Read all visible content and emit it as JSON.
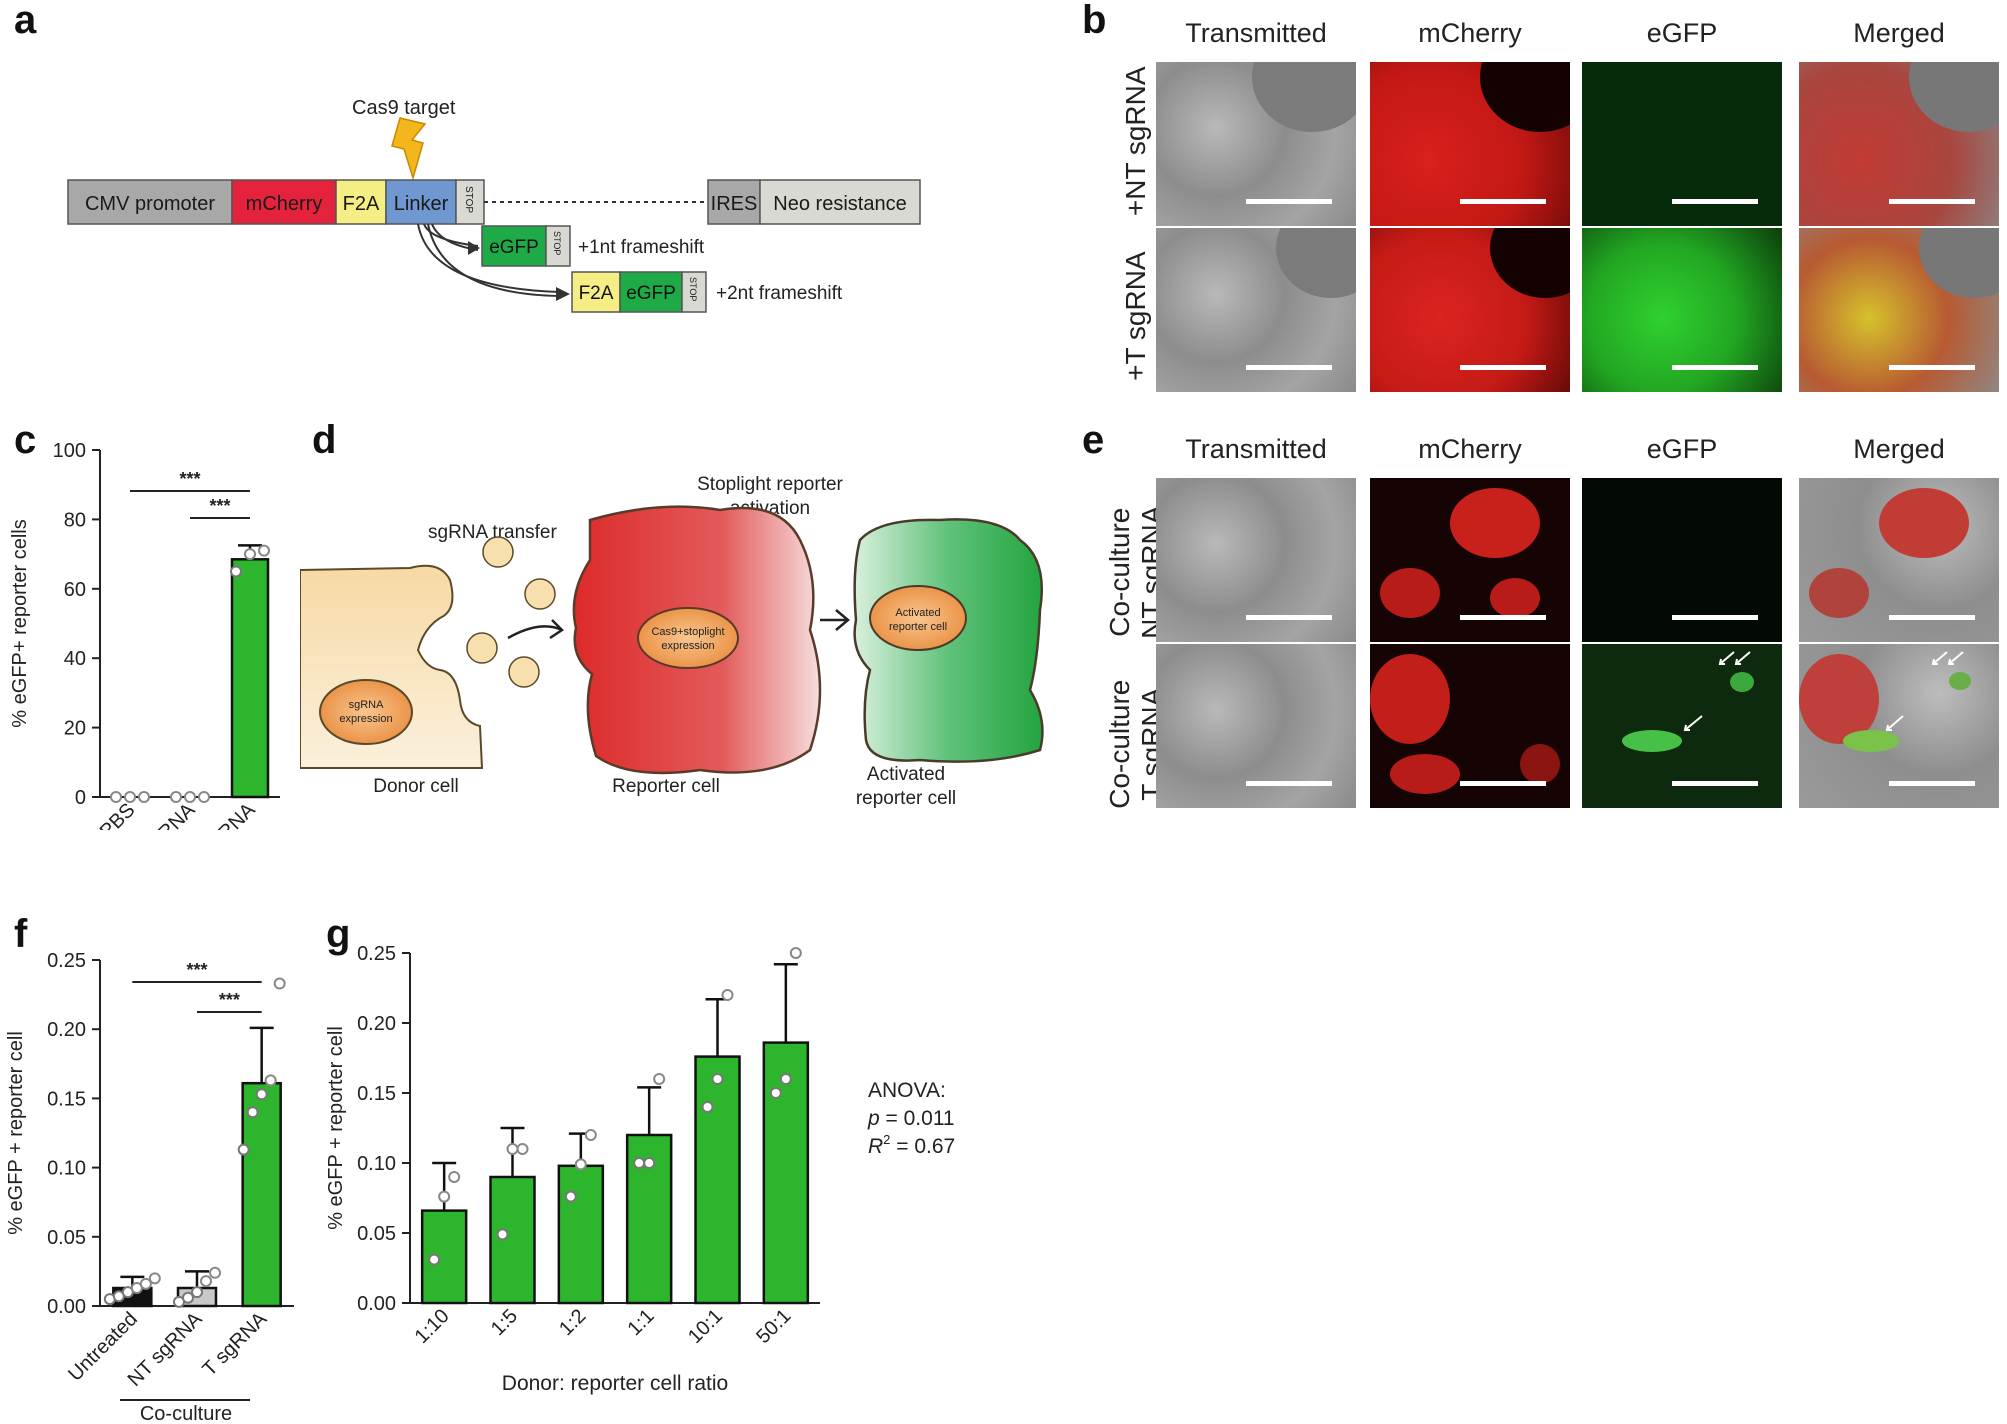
{
  "panels": {
    "a": "a",
    "b": "b",
    "c": "c",
    "d": "d",
    "e": "e",
    "f": "f",
    "g": "g"
  },
  "construct": {
    "cas9_target": "Cas9 target",
    "cmv": "CMV promoter",
    "mcherry": "mCherry",
    "f2a": "F2A",
    "linker": "Linker",
    "stop": "STOP",
    "ires": "IRES",
    "neo": "Neo resistance",
    "egfp": "eGFP",
    "f2a2": "F2A",
    "egfp2": "eGFP",
    "frame1": "+1nt frameshift",
    "frame2": "+2nt frameshift",
    "colors": {
      "gray": "#a8a8a8",
      "red": "#e5223b",
      "yellow": "#f5ee85",
      "blue": "#6e98cf",
      "green": "#1faa48",
      "light": "#d9d9d4"
    }
  },
  "micrographs_b": {
    "columns": [
      "Transmitted",
      "mCherry",
      "eGFP",
      "Merged"
    ],
    "rows": [
      "+NT sgRNA",
      "+T sgRNA"
    ]
  },
  "micrographs_e": {
    "columns": [
      "Transmitted",
      "mCherry",
      "eGFP",
      "Merged"
    ],
    "rows": [
      [
        "Co-culture",
        "NT sgRNA"
      ],
      [
        "Co-culture",
        "T sgRNA"
      ]
    ]
  },
  "schematic_d": {
    "sgrna_transfer": "sgRNA transfer",
    "stoplight": [
      "Stoplight reporter",
      "activation"
    ],
    "donor_nucleus": [
      "sgRNA",
      "expression"
    ],
    "reporter_nucleus": [
      "Cas9+stoplight",
      "expression"
    ],
    "activated_nucleus": [
      "Activated",
      "reporter cell"
    ],
    "donor_label": "Donor cell",
    "reporter_label": "Reporter cell",
    "activated_label": [
      "Activated",
      "reporter cell"
    ]
  },
  "chart_data": [
    {
      "id": "c",
      "type": "bar",
      "categories": [
        "PBS",
        "NT sgRNA",
        "T sgRNA"
      ],
      "values": [
        0,
        0,
        68.5
      ],
      "errors": [
        0,
        0,
        4
      ],
      "points": [
        [
          0,
          0,
          0
        ],
        [
          0,
          0,
          0
        ],
        [
          65,
          70,
          71
        ]
      ],
      "bar_colors": [
        "#1faa2c",
        "#1faa2c",
        "#2db52d"
      ],
      "ylabel": "% eGFP+ reporter cells",
      "ylim": [
        0,
        100
      ],
      "yticks": [
        "0",
        "20",
        "40",
        "60",
        "80",
        "100"
      ],
      "significance": [
        {
          "from": "PBS",
          "to": "T sgRNA",
          "label": "***"
        },
        {
          "from": "NT sgRNA",
          "to": "T sgRNA",
          "label": "***"
        }
      ]
    },
    {
      "id": "f",
      "type": "bar",
      "categories": [
        "Untreated",
        "NT sgRNA",
        "T sgRNA"
      ],
      "values": [
        0.013,
        0.013,
        0.161
      ],
      "errors": [
        0.008,
        0.012,
        0.04
      ],
      "points": [
        [
          0.005,
          0.007,
          0.01,
          0.013,
          0.016,
          0.02
        ],
        [
          0.003,
          0.006,
          0.01,
          0.018,
          0.024
        ],
        [
          0.113,
          0.14,
          0.153,
          0.163,
          0.233
        ]
      ],
      "bar_colors": [
        "#111111",
        "#c8c8c8",
        "#2db52d"
      ],
      "ylabel": "% eGFP + reporter cell",
      "ylim": [
        0,
        0.25
      ],
      "yticks": [
        "0.00",
        "0.05",
        "0.10",
        "0.15",
        "0.20",
        "0.25"
      ],
      "group_label": "Co-culture",
      "significance": [
        {
          "from": "Untreated",
          "to": "T sgRNA",
          "label": "***"
        },
        {
          "from": "NT sgRNA",
          "to": "T sgRNA",
          "label": "***"
        }
      ]
    },
    {
      "id": "g",
      "type": "bar",
      "categories": [
        "1:10",
        "1:5",
        "1:2",
        "1:1",
        "10:1",
        "50:1"
      ],
      "values": [
        0.066,
        0.09,
        0.098,
        0.12,
        0.176,
        0.186
      ],
      "errors": [
        0.034,
        0.035,
        0.023,
        0.034,
        0.041,
        0.056
      ],
      "points": [
        [
          0.031,
          0.076,
          0.09
        ],
        [
          0.049,
          0.11,
          0.11
        ],
        [
          0.076,
          0.099,
          0.12
        ],
        [
          0.1,
          0.1,
          0.16
        ],
        [
          0.14,
          0.16,
          0.22
        ],
        [
          0.15,
          0.16,
          0.25
        ]
      ],
      "bar_colors": [
        "#2db52d",
        "#2db52d",
        "#2db52d",
        "#2db52d",
        "#2db52d",
        "#2db52d"
      ],
      "ylabel": "% eGFP + reporter cell",
      "xlabel": "Donor: reporter cell ratio",
      "ylim": [
        0,
        0.25
      ],
      "yticks": [
        "0.00",
        "0.05",
        "0.10",
        "0.15",
        "0.20",
        "0.25"
      ],
      "stats": {
        "title": "ANOVA:",
        "p_label": "p",
        "p_value": " = 0.011",
        "r_label": "R",
        "r_sup": "2",
        "r_value": " = 0.67"
      }
    }
  ]
}
